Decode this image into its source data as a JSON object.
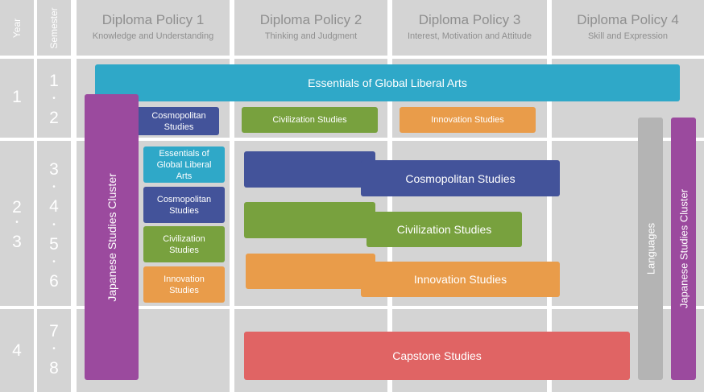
{
  "left_header": {
    "year": "Year",
    "semester": "Semester"
  },
  "policies": [
    {
      "title": "Diploma Policy 1",
      "subtitle": "Knowledge and Understanding"
    },
    {
      "title": "Diploma Policy 2",
      "subtitle": "Thinking and Judgment"
    },
    {
      "title": "Diploma Policy 3",
      "subtitle": "Interest, Motivation and Attitude"
    },
    {
      "title": "Diploma Policy 4",
      "subtitle": "Skill and Expression"
    }
  ],
  "years": [
    "1",
    "2",
    "•",
    "3",
    "4"
  ],
  "semesters": [
    "1",
    "•",
    "2",
    "3",
    "•",
    "4",
    "•",
    "5",
    "•",
    "6",
    "7",
    "•",
    "8"
  ],
  "boxes": {
    "essentials_global": "Essentials of Global Liberal Arts",
    "japanese_cluster_left": "Japanese Studies Cluster",
    "cosmopolitan_y1": "Cosmopolitan Studies",
    "civilization_y1": "Civilization Studies",
    "innovation_y1": "Innovation Studies",
    "essentials_small": "Essentials of Global Liberal Arts",
    "cosmopolitan_small": "Cosmopolitan Studies",
    "civilization_small": "Civilization Studies",
    "innovation_small": "Innovation Studies",
    "cosmopolitan_large": "Cosmopolitan Studies",
    "civilization_large": "Civilization Studies",
    "innovation_large": "Innovation Studies",
    "capstone": "Capstone Studies",
    "languages": "Languages",
    "japanese_cluster_right": "Japanese Studies Cluster"
  },
  "colors": {
    "grid": "#d4d4d4",
    "teal": "#2fa8c8",
    "purple": "#9b4a9e",
    "navy": "#43539a",
    "green": "#78a13e",
    "orange": "#e99c4a",
    "red": "#e06464",
    "grey": "#b4b4b4"
  }
}
